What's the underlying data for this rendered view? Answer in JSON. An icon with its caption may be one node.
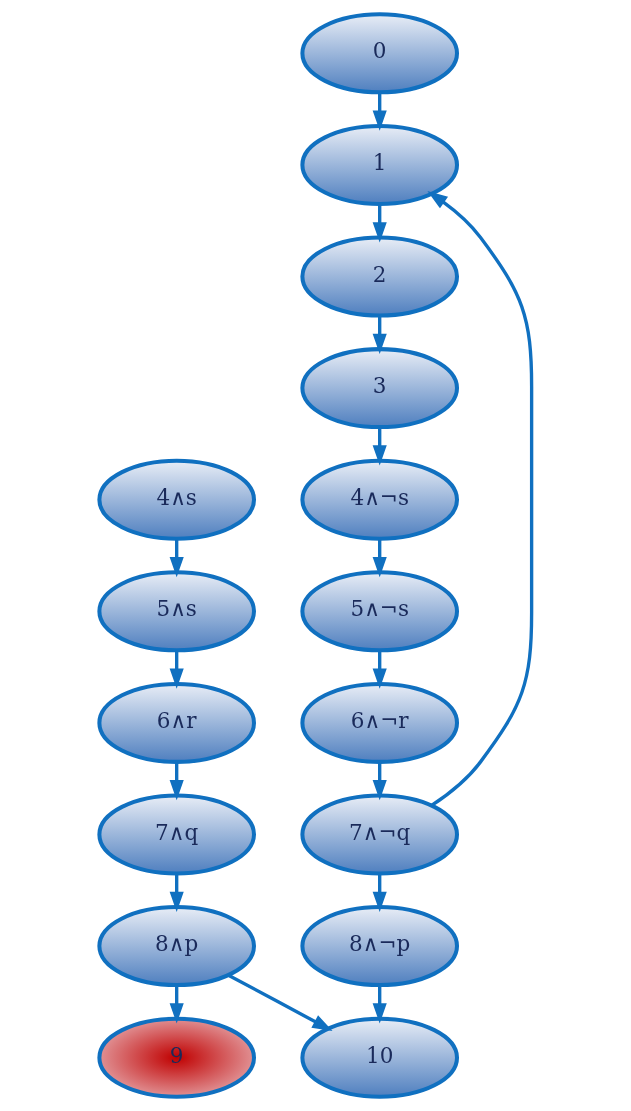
{
  "diagram": {
    "nodes": [
      {
        "text": [
          "1"
        ]
      },
      {
        "text": [
          "2"
        ]
      },
      {
        "text": [
          "0"
        ]
      },
      {
        "text": [
          "3"
        ]
      },
      {
        "text": [
          "4∧¬s"
        ]
      },
      {
        "text": [
          "4∧s"
        ]
      },
      {
        "text": [
          "5∧¬s"
        ]
      },
      {
        "text": [
          "5∧s"
        ]
      },
      {
        "text": [
          "6∧¬r"
        ]
      },
      {
        "text": [
          "6∧r"
        ]
      },
      {
        "text": [
          "7∧¬q"
        ]
      },
      {
        "text": [
          "7∧q"
        ]
      },
      {
        "text": [
          "8∧p"
        ]
      },
      {
        "text": [
          "8∧¬p"
        ]
      },
      {
        "text": [
          "9"
        ]
      },
      {
        "text": [
          "10"
        ]
      }
    ],
    "edges": [
      {
        "from": 2,
        "to": 0,
        "arrow": "to"
      },
      {
        "from": 0,
        "to": 1,
        "arrow": "to"
      },
      {
        "from": 1,
        "to": 3,
        "arrow": "to"
      },
      {
        "from": 3,
        "to": 4,
        "arrow": "to"
      },
      {
        "from": 4,
        "to": 6,
        "arrow": "to"
      },
      {
        "from": 6,
        "to": 8,
        "arrow": "to"
      },
      {
        "from": 8,
        "to": 10,
        "arrow": "to"
      },
      {
        "from": 10,
        "to": 0,
        "arrow": "to"
      },
      {
        "from": 10,
        "to": 13,
        "arrow": "to"
      },
      {
        "from": 13,
        "to": 15,
        "arrow": "to"
      },
      {
        "from": 5,
        "to": 7,
        "arrow": "to"
      },
      {
        "from": 7,
        "to": 9,
        "arrow": "to"
      },
      {
        "from": 9,
        "to": 11,
        "arrow": "to"
      },
      {
        "from": 11,
        "to": 12,
        "arrow": "to"
      },
      {
        "from": 12,
        "to": 14,
        "arrow": "to"
      },
      {
        "from": 12,
        "to": 15,
        "arrow": "to"
      }
    ]
  }
}
